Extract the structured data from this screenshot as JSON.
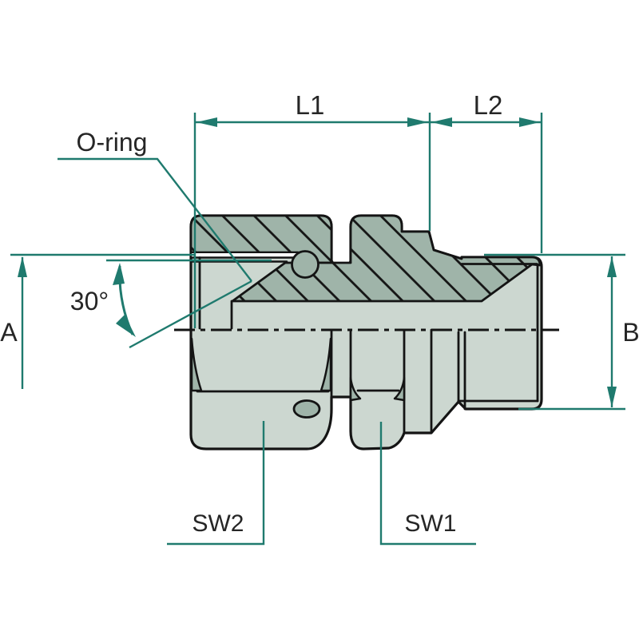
{
  "diagram": {
    "kind": "hydraulic-adapter-technical-drawing",
    "annotations": {
      "l1": "L1",
      "l2": "L2",
      "a": "A",
      "b": "B",
      "angle": "30°",
      "oring": "O-ring",
      "sw1": "SW1",
      "sw2": "SW2"
    },
    "colors": {
      "dimension": "#1f7a6e",
      "outline": "#141414",
      "body-light": "#ccd7d0",
      "body-dark": "#9fb4a9",
      "label": "#262626",
      "background": "#ffffff"
    }
  }
}
